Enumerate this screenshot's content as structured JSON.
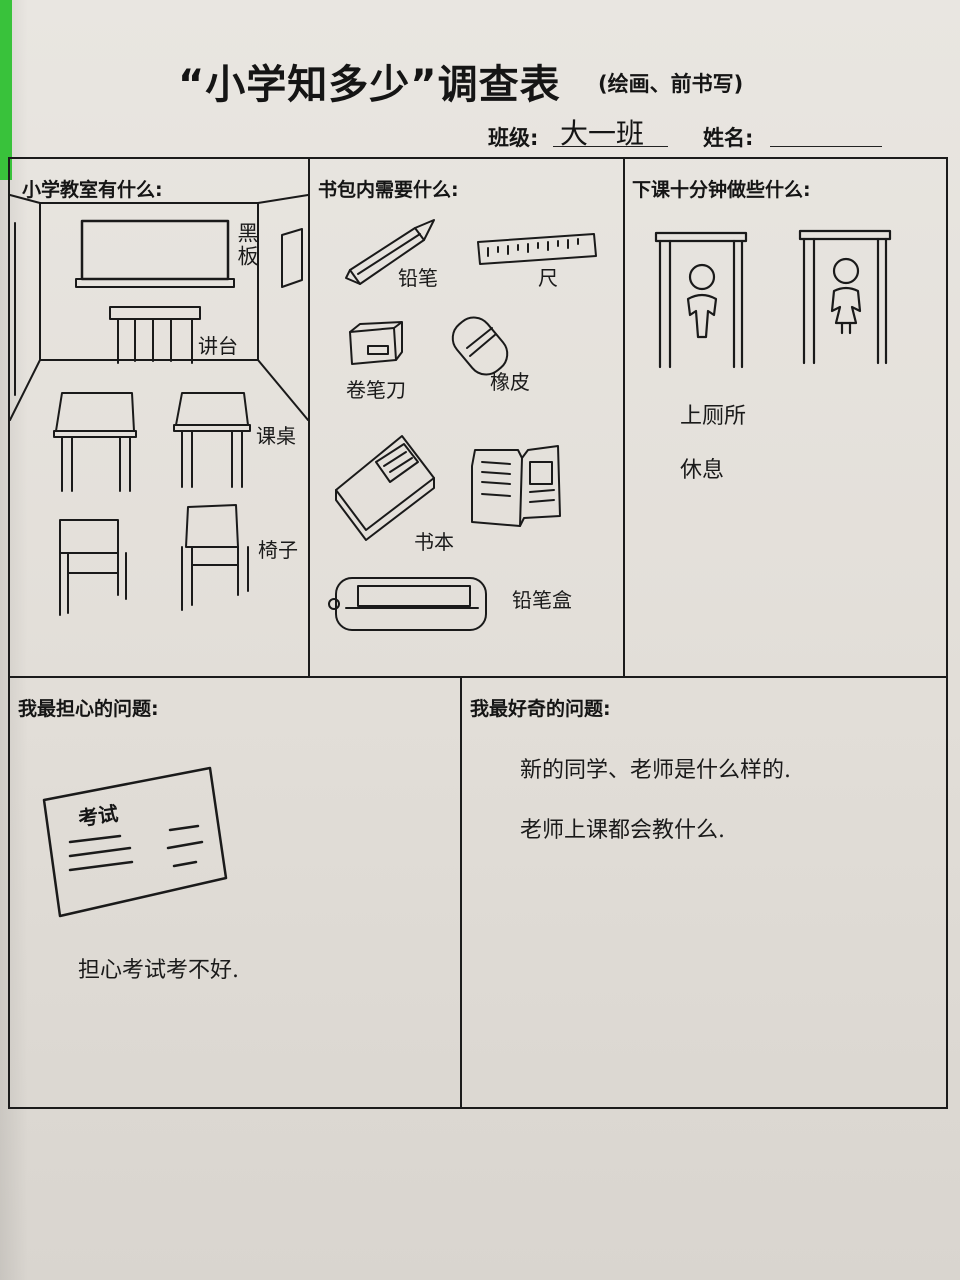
{
  "header": {
    "title": "“小学知多少”调查表",
    "subtitle": "(绘画、前书写)",
    "class_label": "班级:",
    "class_value": "大一班",
    "name_label": "姓名:",
    "name_value": ""
  },
  "sections": {
    "classroom": {
      "title": "小学教室有什么:",
      "items": [
        "黑板",
        "讲台",
        "课桌",
        "椅子"
      ]
    },
    "schoolbag": {
      "title": "书包内需要什么:",
      "items": [
        "铅笔",
        "尺",
        "卷笔刀",
        "橡皮",
        "书本",
        "铅笔盒"
      ]
    },
    "break": {
      "title": "下课十分钟做些什么:",
      "items": [
        "上厕所",
        "休息"
      ]
    },
    "worry": {
      "title": "我最担心的问题:",
      "card_label": "考试",
      "text": "担心考试考不好."
    },
    "curious": {
      "title": "我最好奇的问题:",
      "lines": [
        "新的同学、老师是什么样的.",
        "老师上课都会教什么."
      ]
    }
  }
}
